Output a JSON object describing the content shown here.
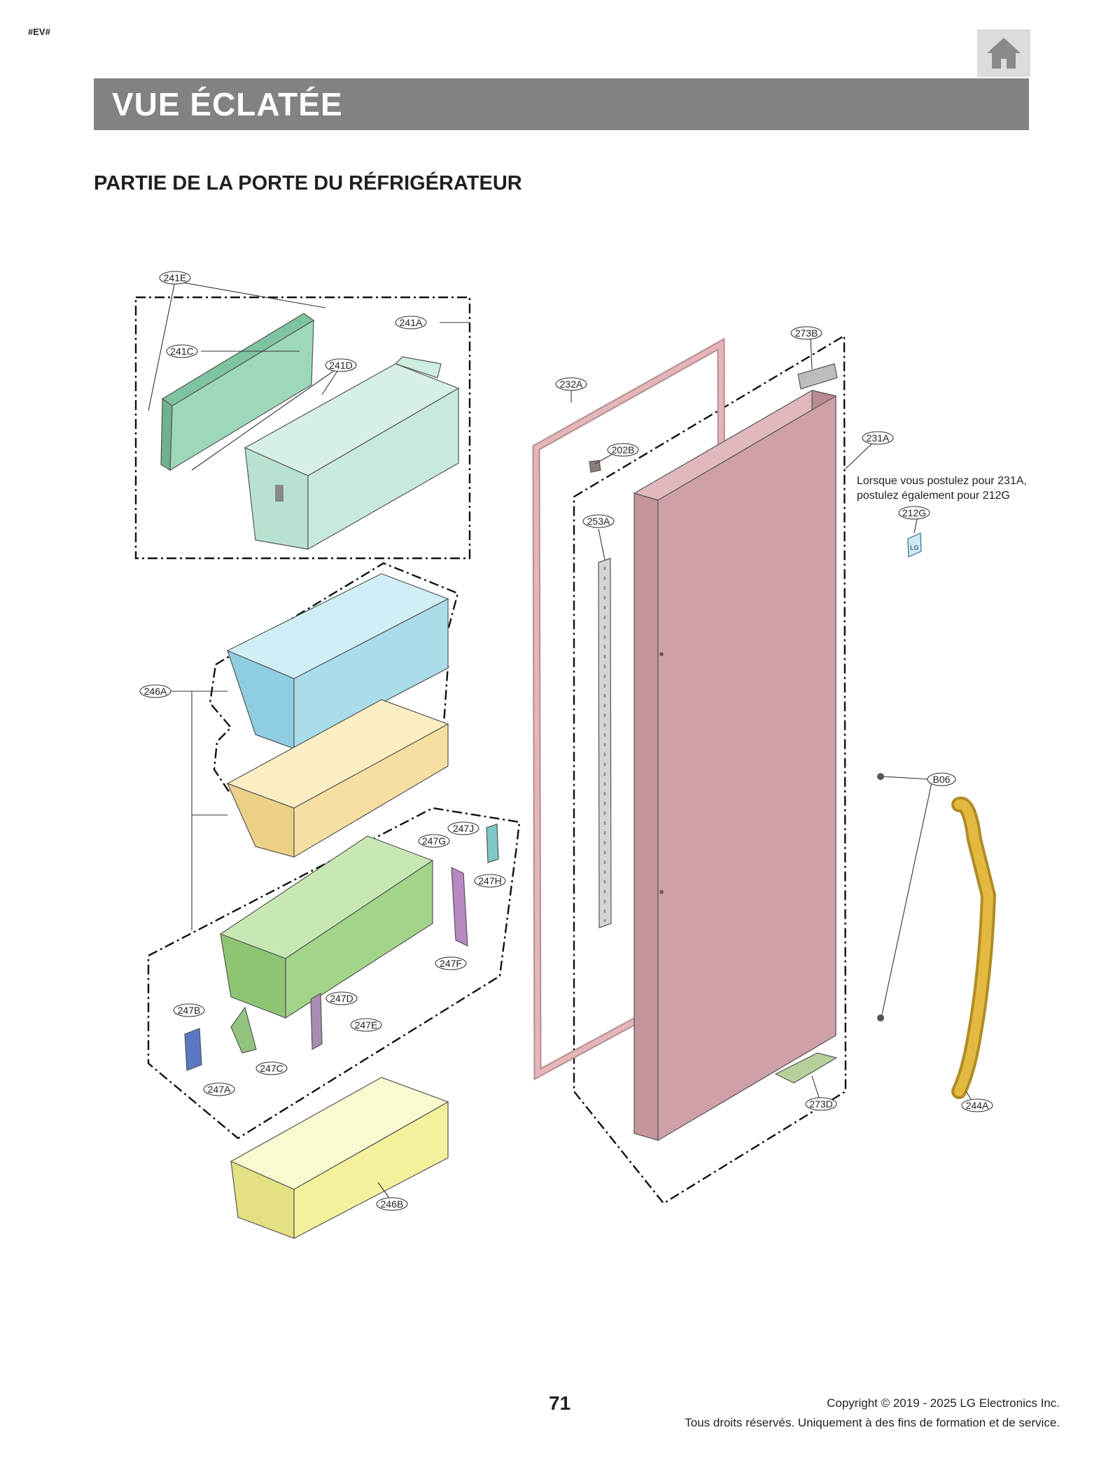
{
  "header": {
    "tag": "#EV#",
    "banner_title": "VUE ÉCLATÉE",
    "home_icon": "home-icon"
  },
  "section": {
    "title": "PARTIE DE LA PORTE DU RÉFRIGÉRATEUR"
  },
  "parts": {
    "p241E": "241E",
    "p241A": "241A",
    "p241C": "241C",
    "p241D": "241D",
    "p273B": "273B",
    "p232A": "232A",
    "p231A": "231A",
    "p202B": "202B",
    "p253A": "253A",
    "p212G": "212G",
    "p246A": "246A",
    "p247J": "247J",
    "p247G": "247G",
    "p247H": "247H",
    "p247F": "247F",
    "p247D": "247D",
    "p247B": "247B",
    "p247E": "247E",
    "p247C": "247C",
    "p247A": "247A",
    "p246B": "246B",
    "p273D": "273D",
    "pB06": "B06",
    "p244A": "244A"
  },
  "note": {
    "line1": "Lorsque vous postulez pour 231A,",
    "line2": "postulez également pour 212G",
    "badge": "LG"
  },
  "footer": {
    "page_number": "71",
    "copyright": "Copyright © 2019 - 2025 LG Electronics Inc.",
    "rights": "Tous droits réservés. Uniquement à des fins de formation et de service."
  },
  "colors": {
    "banner": "#808285",
    "door": "#d0a0a8",
    "gasket": "#e4b6ba",
    "bin_blue": "#aadcea",
    "bin_orange": "#f6dfa0",
    "bin_green": "#a2d48a",
    "bin_yellow": "#f3f19c",
    "cover_green": "#9dd8bb",
    "handle": "#e3b940"
  }
}
